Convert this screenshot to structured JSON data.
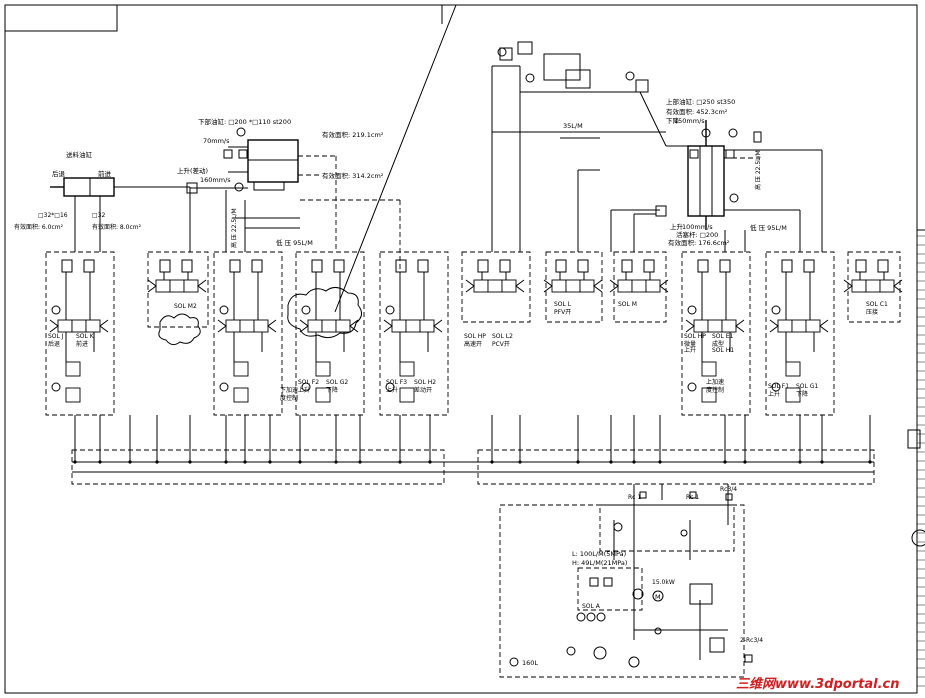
{
  "diagram": {
    "feed_cylinder": {
      "title": "送料油缸",
      "retract": "后退",
      "advance": "前进",
      "size_a": "□32*□16",
      "size_b": "□32",
      "area_a": "有效面积: 6.0cm²",
      "area_b": "有效面积: 8.0cm²"
    },
    "lower_cylinder": {
      "title": "下部油缸: □200 *□110 st200",
      "area_top": "有效面积: 219.1cm²",
      "area_bottom": "有效面积: 314.2cm²",
      "speed_down": "70mm/s",
      "speed_up": "上升(差动)",
      "speed_up_val": "160mm/s",
      "low_pressure": "低 压 95L/M",
      "high_pressure": "高 压 22.5L/M"
    },
    "upper_cylinder": {
      "title": "上部油缸: □250 st350",
      "area": "有效面积: 452.3cm²",
      "down": "下降",
      "down_speed": "150mm/s",
      "up": "上升",
      "up_speed": "100mm/s",
      "rod": "活塞杆: □200",
      "area_rod": "有效面积: 176.6cm²",
      "flow": "35L/M",
      "low_pressure": "低 压 95L/M",
      "high_pressure": "高 压 22.5L/M"
    },
    "valves": [
      {
        "a": "SOL J",
        "a2": "后退",
        "b": "SOL K",
        "b2": "前进"
      },
      {
        "a": "SOL M2",
        "a2": "",
        "b": "",
        "b2": ""
      },
      {
        "a": "",
        "a2": "",
        "b": "下加速",
        "b2": "度控制"
      },
      {
        "a": "SOL F2",
        "a2": "上升",
        "b": "SOL G2",
        "b2": "下降"
      },
      {
        "a": "SOL F3",
        "a2": "上升",
        "b": "SOL H2",
        "b2": "差动开"
      },
      {
        "a": "SOL HP",
        "a2": "高速开",
        "b": "SOL L2",
        "b2": "PCV开"
      },
      {
        "a": "SOL L",
        "a2": "PFV开",
        "b": "",
        "b2": ""
      },
      {
        "a": "SOL M",
        "a2": "",
        "b": "",
        "b2": ""
      },
      {
        "a": "SOL HP",
        "a2": "微量",
        "b": "SOL E1",
        "b2": "成型"
      },
      {
        "a": "上升",
        "a2": "",
        "b": "SOL H1",
        "b2": ""
      },
      {
        "a": "上加速",
        "a2": "度控制",
        "b": "",
        "b2": ""
      },
      {
        "a": "SOL F1",
        "a2": "上升",
        "b": "SOL G1",
        "b2": "下降"
      },
      {
        "a": "SOL C1",
        "a2": "压接",
        "b": "",
        "b2": ""
      }
    ],
    "power_unit": {
      "pump_low": "L: 100L/M(5MPa)",
      "pump_high": "H: 49L/M(21MPa)",
      "sol_a": "SOL A",
      "motor": "M",
      "motor_spec": "15.0kW",
      "port1": "Rc 1",
      "port2": "Rc 1",
      "port3": "Rc3/4",
      "port4": "2-Rc3/4",
      "tank": "160L"
    }
  },
  "watermark": "三维网www.3dportal.cn"
}
